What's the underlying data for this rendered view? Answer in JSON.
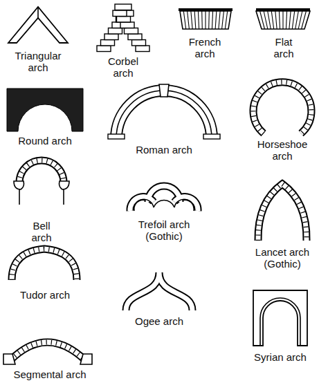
{
  "diagram": {
    "labels": [
      "Triangular arch",
      "Corbel arch",
      "French arch",
      "Flat arch",
      "Round arch",
      "Roman arch",
      "Horseshoe arch",
      "Bell arch",
      "Trefoil arch (Gothic)",
      "Lancet arch (Gothic)",
      "Tudor arch",
      "Ogee arch",
      "Syrian arch",
      "Segmental arch"
    ]
  }
}
